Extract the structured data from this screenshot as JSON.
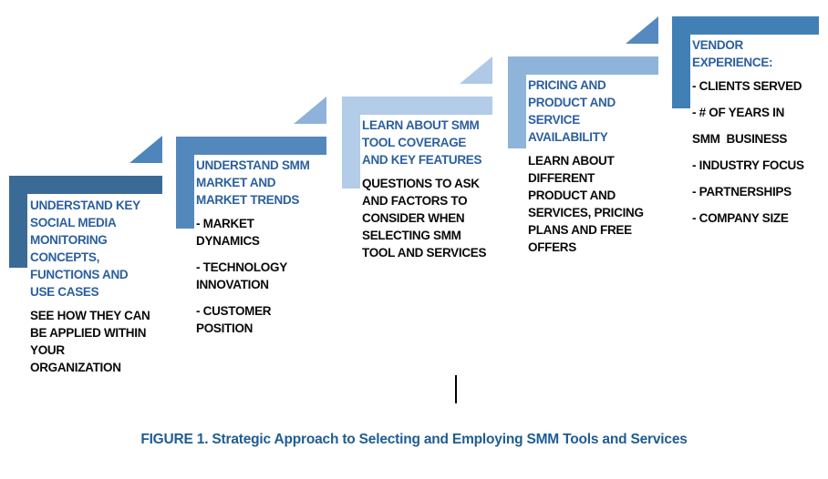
{
  "figure": {
    "caption": "FIGURE 1. Strategic Approach to Selecting and Employing SMM Tools and Services"
  },
  "colors": {
    "step1_bar": "#3A6B96",
    "step2_bar": "#5388BD",
    "step3_bar": "#B3CCE8",
    "step4_bar": "#8FB4D9",
    "step5_bar": "#4180B5",
    "triangle1": "#4E86BC",
    "triangle2": "#8FB2DA",
    "triangle3": "#AFC9E6",
    "triangle4": "#5589BF",
    "title_text": "#2B5F9E",
    "body_text": "#0A0A0A",
    "caption_text": "#1F5C94"
  },
  "steps": [
    {
      "title": "UNDERSTAND KEY\nSOCIAL MEDIA\nMONITORING\nCONCEPTS,\nFUNCTIONS AND\nUSE CASES",
      "body": [
        "SEE HOW THEY CAN\nBE APPLIED WITHIN\nYOUR\nORGANIZATION"
      ]
    },
    {
      "title": "UNDERSTAND SMM\nMARKET AND\nMARKET TRENDS",
      "body": [
        "- MARKET\nDYNAMICS",
        "- TECHNOLOGY\nINNOVATION",
        "- CUSTOMER\nPOSITION"
      ]
    },
    {
      "title": "LEARN ABOUT SMM\nTOOL COVERAGE\nAND KEY FEATURES",
      "body": [
        "QUESTIONS TO ASK\nAND FACTORS TO\nCONSIDER WHEN\nSELECTING SMM\nTOOL AND SERVICES"
      ]
    },
    {
      "title": "PRICING AND\nPRODUCT AND\nSERVICE\nAVAILABILITY",
      "body": [
        "LEARN ABOUT\nDIFFERENT\nPRODUCT AND\nSERVICES, PRICING\nPLANS AND FREE\nOFFERS"
      ]
    },
    {
      "title": "VENDOR\nEXPERIENCE:",
      "body": [
        "- CLIENTS SERVED",
        "- # OF YEARS IN",
        "SMM  BUSINESS",
        "- INDUSTRY FOCUS",
        "- PARTNERSHIPS",
        "- COMPANY SIZE"
      ]
    }
  ]
}
